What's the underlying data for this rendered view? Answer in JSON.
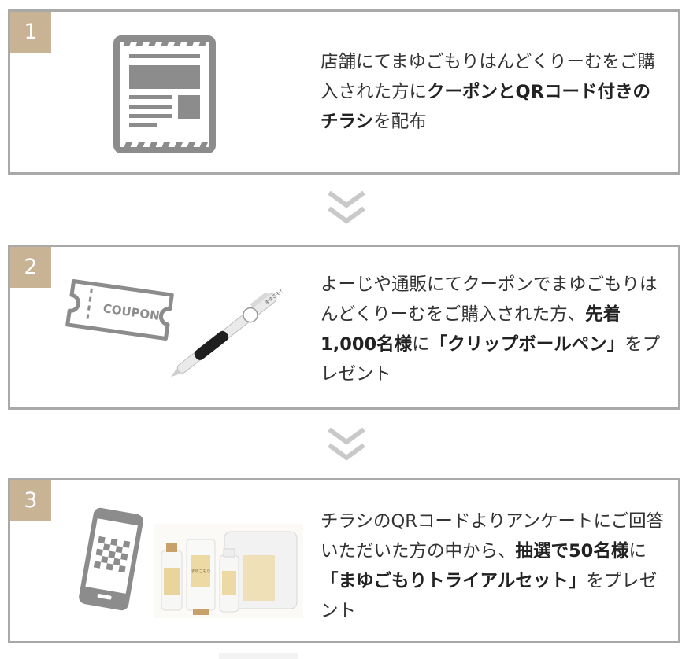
{
  "steps": [
    {
      "number": "1",
      "icon": "flyer-icon",
      "text_a": "店舗にてまゆごもりはんどくりーむをご購入された方に",
      "text_b": "クーポンとQRコード付きのチラシ",
      "text_c": "を配布"
    },
    {
      "number": "2",
      "icon": "coupon-ticket-icon",
      "coupon_label": "COUPON",
      "pen_label": "まゆごもり",
      "text_a": "よーじや通販にてクーポンでまゆごもりはんどくりーむをご購入された方、",
      "text_b": "先着1,000名様",
      "text_c": "に",
      "text_d": "「クリップボールペン」",
      "text_e": "をプレゼント"
    },
    {
      "number": "3",
      "icon": "smartphone-qr-icon",
      "product_label": "まゆごもり",
      "text_a": "チラシのQRコードよりアンケートにご回答いただいた方の中から、",
      "text_b": "抽選で50名様",
      "text_c": "に",
      "text_d": "「まゆごもりトライアルセット」",
      "text_e": "をプレゼント"
    }
  ],
  "colors": {
    "badge": "#c8b395",
    "border": "#a9a9a9",
    "icon": "#8c8c8c",
    "arrow": "#c9c9c9"
  }
}
